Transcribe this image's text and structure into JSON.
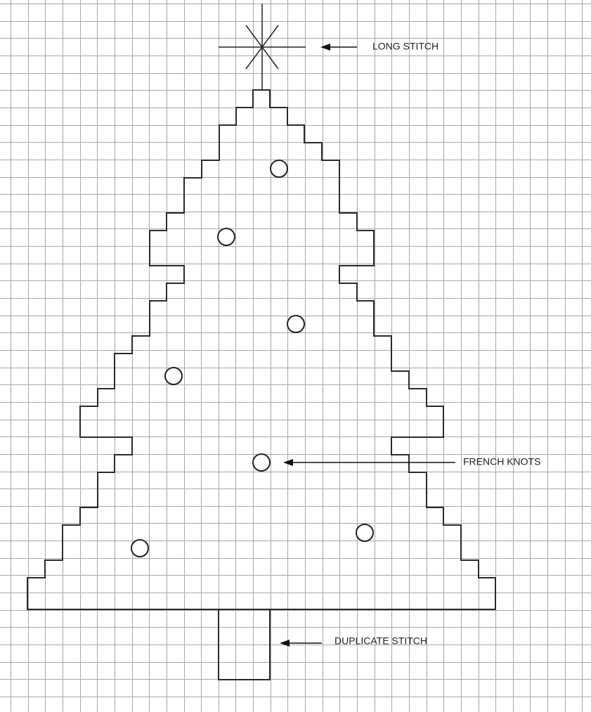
{
  "labels": {
    "long_stitch": "LONG STITCH",
    "french_knots": "FRENCH KNOTS",
    "duplicate_stitch": "DUPLICATE STITCH"
  },
  "colors": {
    "background": "#ffffff",
    "grid": "#a8a8a8",
    "outline": "#2a2a2a"
  }
}
